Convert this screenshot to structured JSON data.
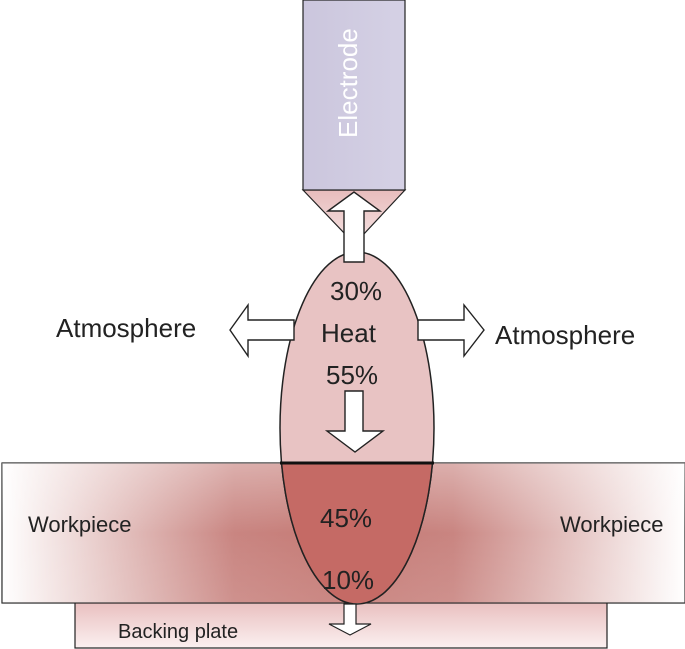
{
  "labels": {
    "electrode": "Electrode",
    "heat": "Heat",
    "atmosphere_left": "Atmosphere",
    "atmosphere_right": "Atmosphere",
    "workpiece_left": "Workpiece",
    "workpiece_right": "Workpiece",
    "backing_plate": "Backing plate"
  },
  "percentages": {
    "to_electrode": "30%",
    "to_workpiece": "55%",
    "in_workpiece": "45%",
    "to_backing_plate": "10%"
  },
  "colors": {
    "electrode_fill": "#cfcbe0",
    "arc_fill": "#e8c3c3",
    "weld_pool_fill": "#c56a65",
    "workpiece_gradient_dark": "#c97e7a",
    "backing_plate_fill": "#f3dcdc",
    "outline": "#222222"
  }
}
